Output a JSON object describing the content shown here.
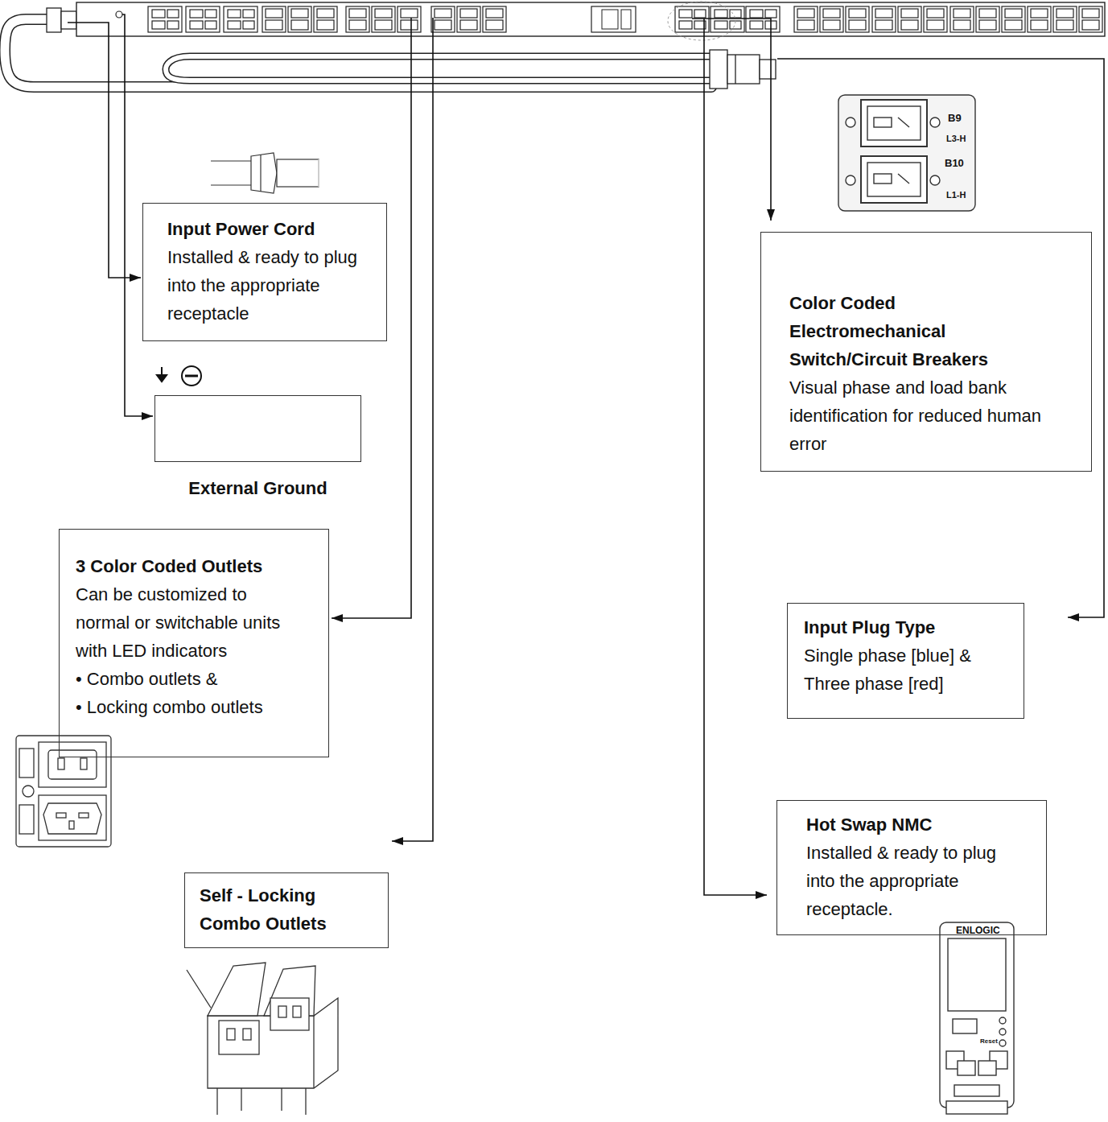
{
  "diagram": {
    "nodes": [
      {
        "text": [
          "Input Power Cord",
          "Installed & ready to plug into the appropriate receptacle"
        ]
      },
      {
        "text": [
          "External Ground"
        ]
      },
      {
        "text": [
          "3 Color Coded Outlets",
          "Can be customized to normal or switchable units with LED indicators",
          "• Combo outlets &",
          "• Locking combo outlets"
        ]
      },
      {
        "text": [
          "Self - Locking Combo Outlets"
        ]
      },
      {
        "text": [
          "Color Coded Electromechanical Switch/Circuit Breakers",
          "Visual phase and load bank identification for reduced human error"
        ]
      },
      {
        "text": [
          "Input Plug Type",
          "Single phase [blue] & Three phase [red]"
        ]
      },
      {
        "text": [
          "Hot Swap NMC",
          "Installed & ready to plug into the appropriate receptacle."
        ]
      }
    ],
    "labels": [
      "B9",
      "L3-H",
      "B10",
      "L1-H",
      "ENLOGIC",
      "Reset"
    ]
  }
}
